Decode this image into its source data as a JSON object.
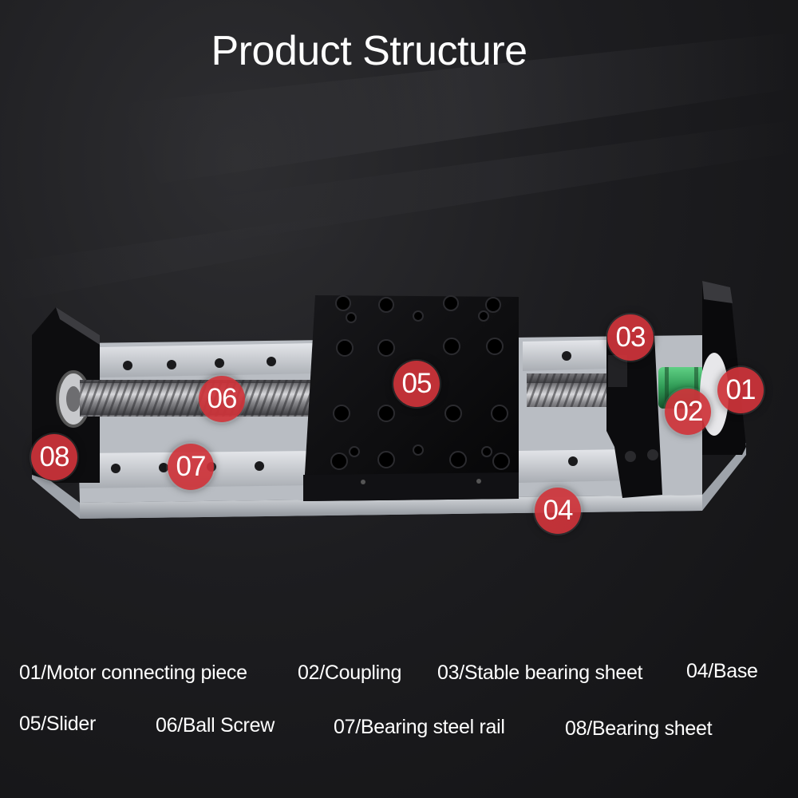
{
  "title": "Product Structure",
  "markers": [
    "01",
    "02",
    "03",
    "04",
    "05",
    "06",
    "07",
    "08"
  ],
  "legend": [
    "01/Motor connecting piece",
    "02/Coupling",
    "03/Stable bearing sheet",
    "04/Base",
    "05/Slider",
    "06/Ball Screw",
    "07/Bearing steel rail",
    "08/Bearing sheet"
  ],
  "colors": {
    "marker": "#ce343a",
    "coupling": "#2f9a55",
    "body": "#0c0c0e",
    "rail": "#c9ccd1"
  }
}
